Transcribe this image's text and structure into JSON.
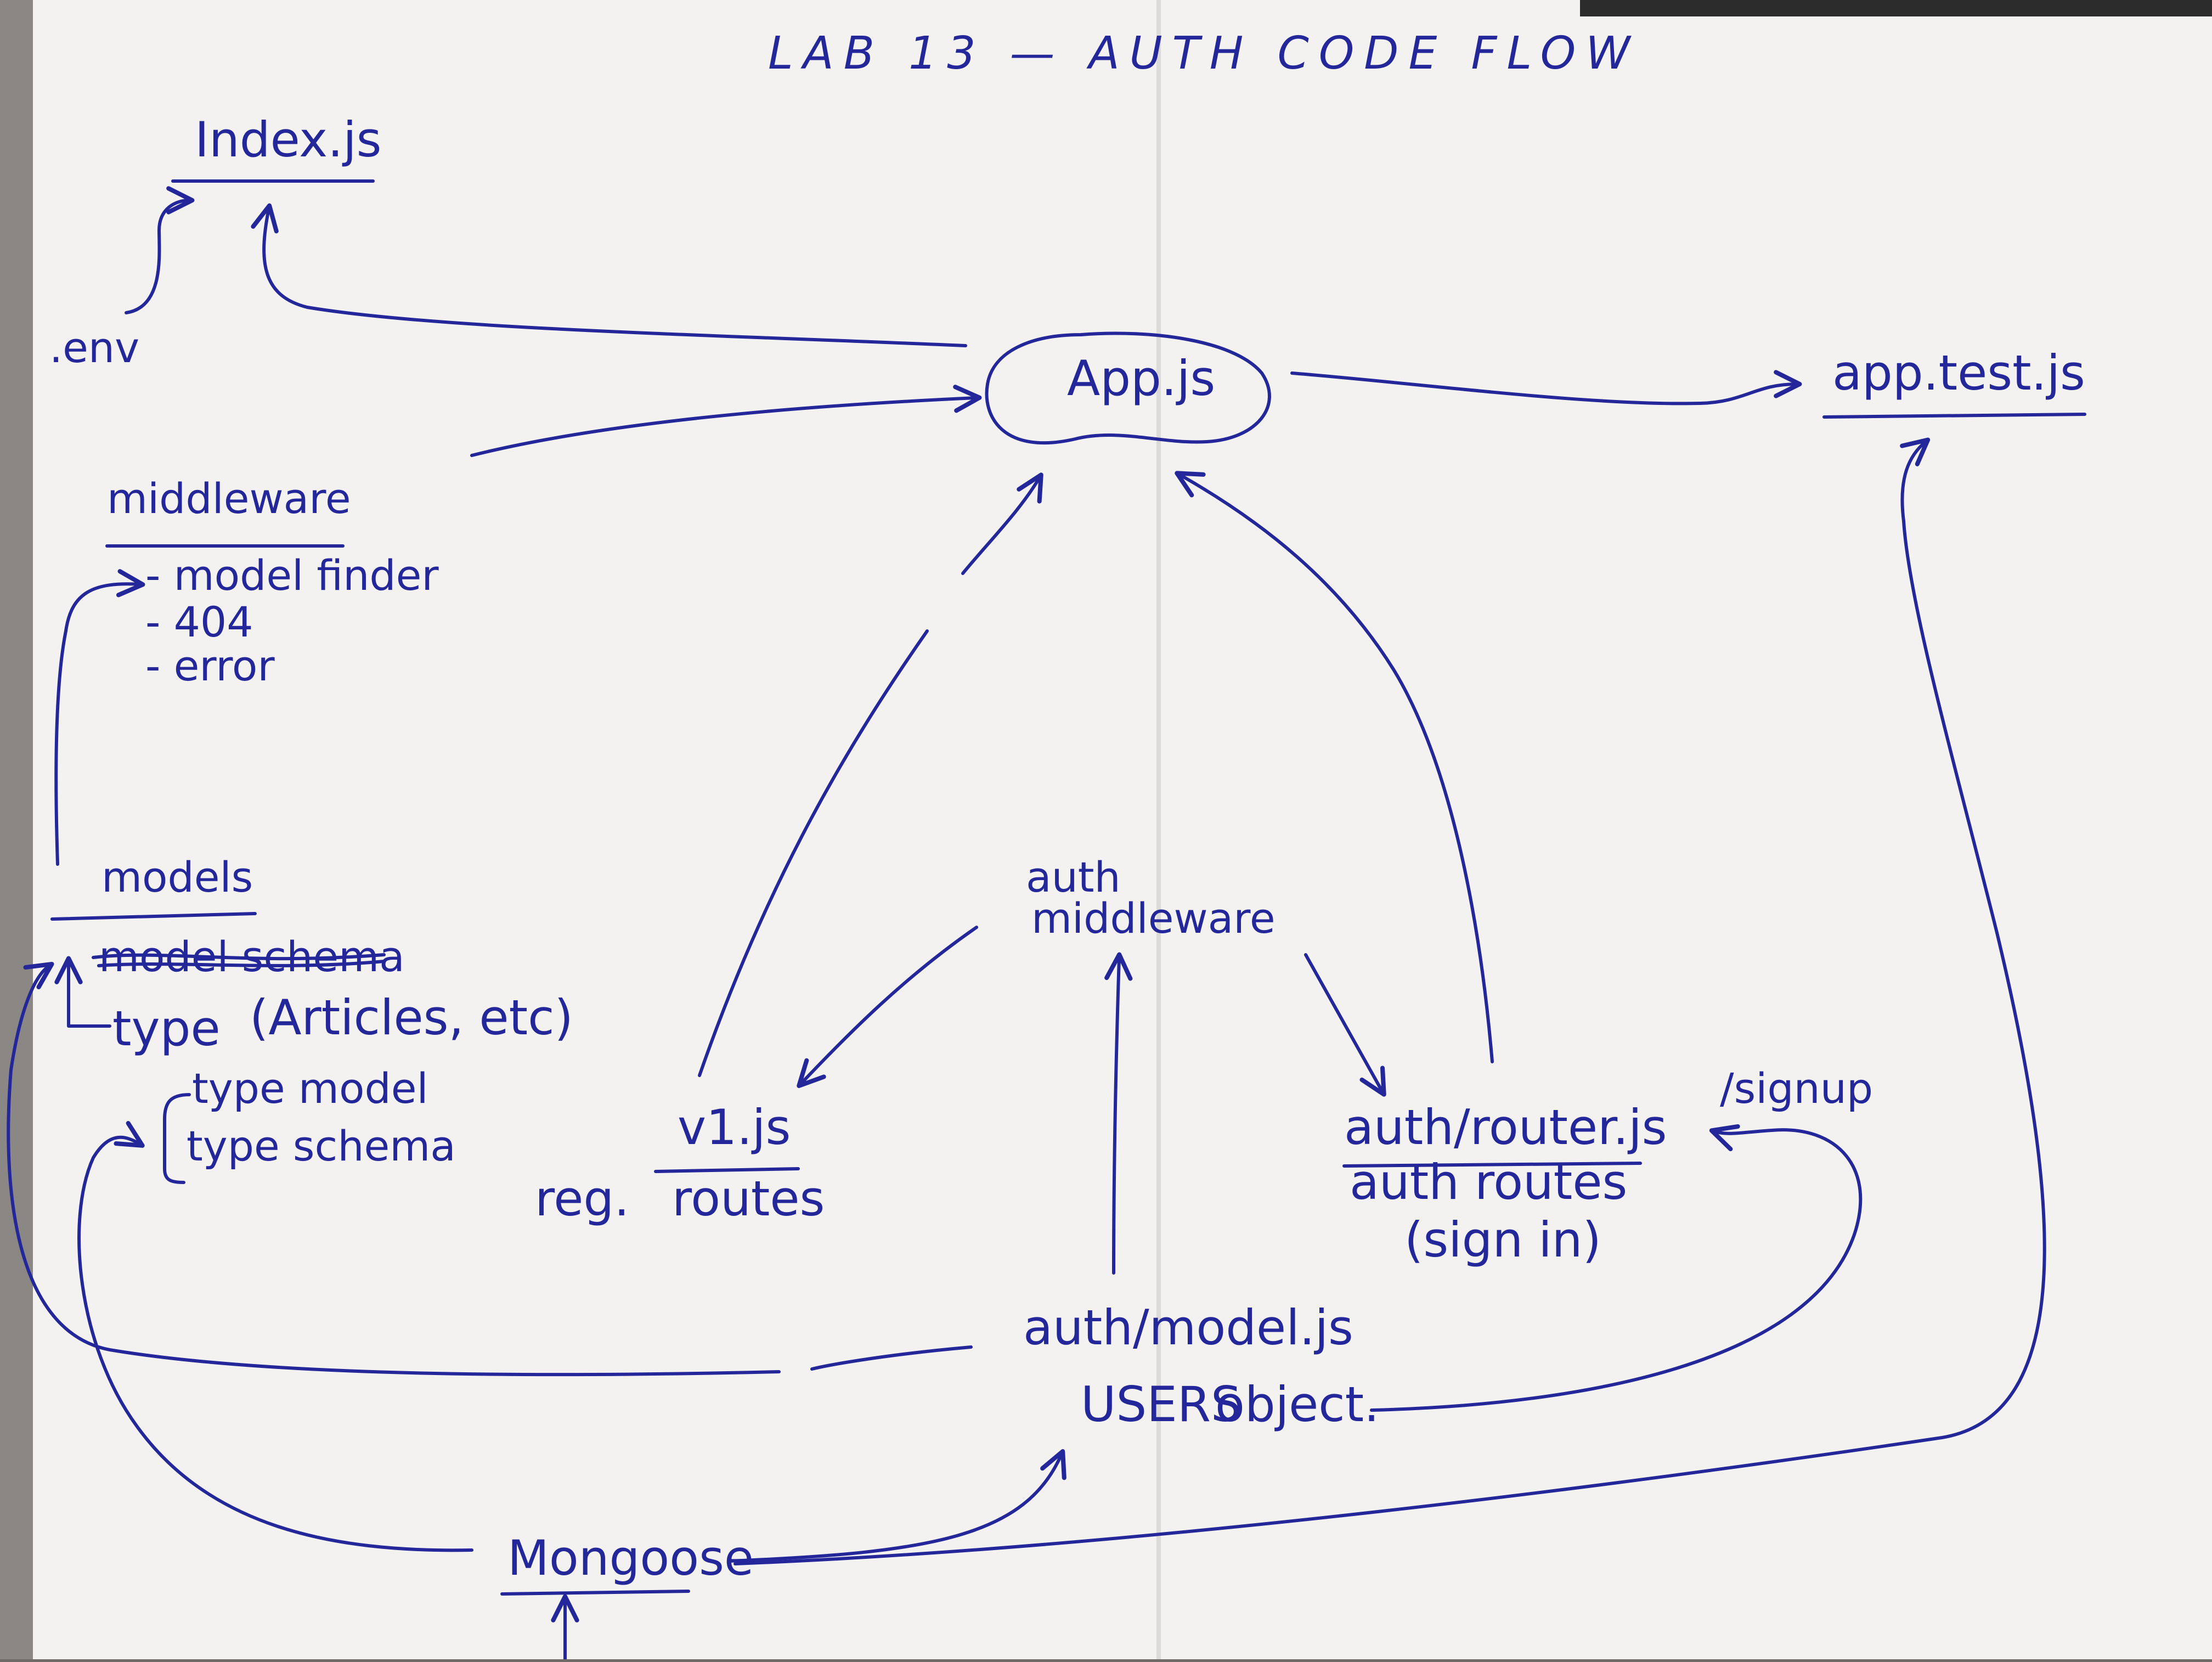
{
  "title": "LAB 13 — AUTH   CODE   FLOW",
  "nodes": {
    "index": "Index.js",
    "env": ".env",
    "app": "App.js",
    "app_test": "app.test.js",
    "middleware": {
      "heading": "middleware",
      "items": [
        "- model finder",
        "- 404",
        "- error"
      ]
    },
    "models": {
      "heading": "models",
      "struck": "model schema",
      "type_line": "type",
      "type_note": "(Articles, etc)",
      "sub_items": [
        "type model",
        "type schema"
      ]
    },
    "auth_middleware": [
      "auth",
      "middleware"
    ],
    "v1": {
      "file": "v1.js",
      "prefix": "reg.",
      "desc": "routes"
    },
    "auth_router": {
      "file": "auth/router.js",
      "desc": "auth   routes",
      "note": "(sign in)",
      "signup": "/signup"
    },
    "auth_model": {
      "file": "auth/model.js",
      "desc_struck": "USERS",
      "desc": "object."
    },
    "mongoose": "Mongoose"
  },
  "colors": {
    "ink": "#23279a",
    "paper": "#f4f3f1",
    "background": "#6e6a66"
  }
}
